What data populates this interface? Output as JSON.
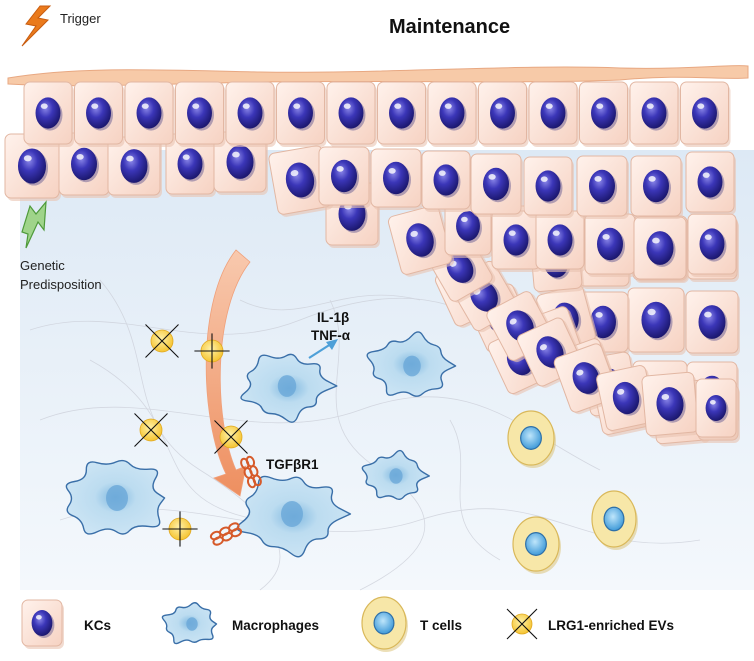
{
  "title": "Maintenance",
  "trigger_label": "Trigger",
  "genetic_label": [
    "Genetic",
    "Predisposition"
  ],
  "cytokines": [
    "IL-1β",
    "TNF-α"
  ],
  "receptor_label": "TGFβR1",
  "legend": {
    "kcs": "KCs",
    "macrophages": "Macrophages",
    "tcells": "T cells",
    "evs": "LRG1-enriched EVs"
  },
  "colors": {
    "kc_fill": "#fbe3d8",
    "nucleus": "#2e2aa0",
    "macrophage": "#bcdcf0",
    "tcell": "#f7e7a8",
    "ev": "#f9d55a",
    "receptor": "#d65a2a",
    "arrow": "#f2a27a",
    "dermis": "#eef4fb"
  }
}
